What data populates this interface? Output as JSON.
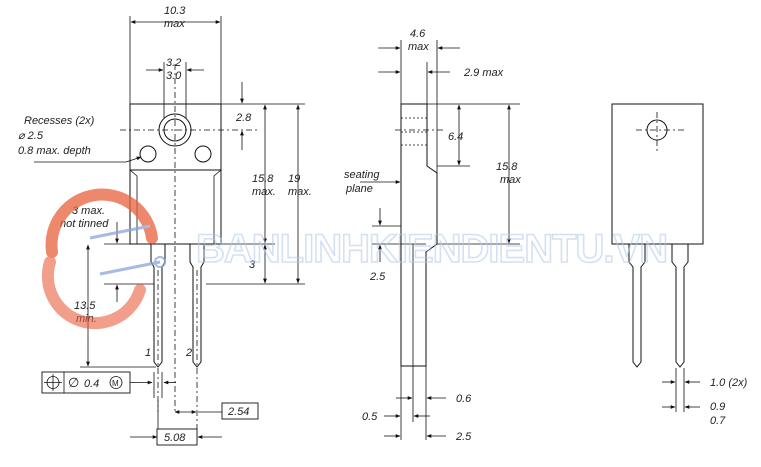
{
  "front_view": {
    "width_dim": [
      "10.3",
      "max"
    ],
    "hole_dim": [
      "3.2",
      "3.0"
    ],
    "recesses": [
      "Recesses (2x)",
      "⌀ 2.5",
      "0.8 max. depth"
    ],
    "top_to_hole": "2.8",
    "body_height": [
      "15.8",
      "max."
    ],
    "overall_height": [
      "19",
      "max."
    ],
    "lead_step": "3",
    "not_tinned": [
      "3 max.",
      "not tinned"
    ],
    "lead_length": [
      "13.5",
      "min."
    ],
    "pin1": "1",
    "pin2": "2",
    "pitch": "2.54",
    "pitch2": "5.08"
  },
  "tolerance_frame": {
    "position_symbol": "⌖",
    "diameter_symbol": "∅",
    "value": "0.4",
    "modifier": "M"
  },
  "side_view": {
    "thickness": [
      "4.6",
      "max"
    ],
    "tab_thickness": "2.9 max",
    "hole_height": "6.4",
    "body_height": [
      "15.8",
      "max"
    ],
    "seating": [
      "seating",
      "plane"
    ],
    "standoff": "2.5",
    "lead_thickness_left": "0.5",
    "lead_thickness_right": "0.6",
    "lead_offset": "2.5"
  },
  "back_view": {
    "lead_width": "1.0 (2x)",
    "lead_width_range": [
      "0.9",
      "0.7"
    ]
  },
  "watermark": {
    "text": "BANLINHKIENDIENTU.VN",
    "color": "#b6c8ea",
    "logo_color": "#e8603c"
  }
}
